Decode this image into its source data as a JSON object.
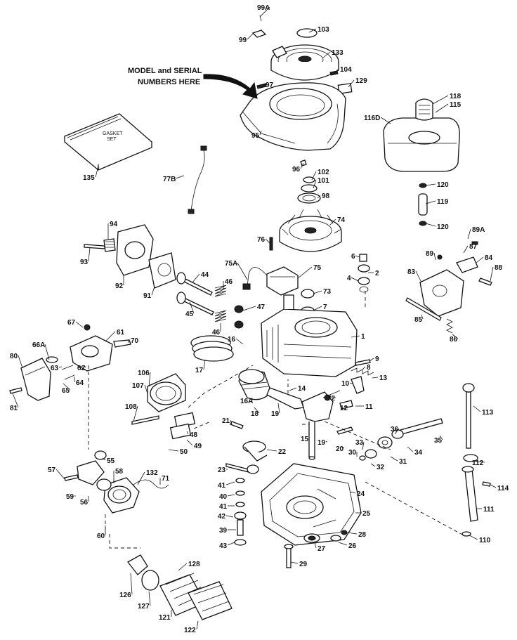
{
  "note": {
    "line1": "MODEL and SERIAL",
    "line2": "NUMBERS HERE"
  },
  "gasket_box": {
    "line1": "GASKET",
    "line2": "SET"
  },
  "parts": [
    {
      "label": "99A"
    },
    {
      "label": "99"
    },
    {
      "label": "103"
    },
    {
      "label": "133"
    },
    {
      "label": "97"
    },
    {
      "label": "104"
    },
    {
      "label": "129"
    },
    {
      "label": "118"
    },
    {
      "label": "115"
    },
    {
      "label": "116D"
    },
    {
      "label": "95"
    },
    {
      "label": "135"
    },
    {
      "label": "96"
    },
    {
      "label": "102"
    },
    {
      "label": "101"
    },
    {
      "label": "98"
    },
    {
      "label": "77B"
    },
    {
      "label": "120"
    },
    {
      "label": "119"
    },
    {
      "label": "120"
    },
    {
      "label": "74"
    },
    {
      "label": "94"
    },
    {
      "label": "76"
    },
    {
      "label": "89A"
    },
    {
      "label": "93"
    },
    {
      "label": "87"
    },
    {
      "label": "89"
    },
    {
      "label": "84"
    },
    {
      "label": "6"
    },
    {
      "label": "2"
    },
    {
      "label": "75A"
    },
    {
      "label": "88"
    },
    {
      "label": "83"
    },
    {
      "label": "4"
    },
    {
      "label": "75"
    },
    {
      "label": "44"
    },
    {
      "label": "92"
    },
    {
      "label": "91"
    },
    {
      "label": "46"
    },
    {
      "label": "73"
    },
    {
      "label": "7"
    },
    {
      "label": "47"
    },
    {
      "label": "45"
    },
    {
      "label": "85"
    },
    {
      "label": "86"
    },
    {
      "label": "67"
    },
    {
      "label": "46"
    },
    {
      "label": "61"
    },
    {
      "label": "16"
    },
    {
      "label": "1"
    },
    {
      "label": "70"
    },
    {
      "label": "66A"
    },
    {
      "label": "63"
    },
    {
      "label": "80"
    },
    {
      "label": "62"
    },
    {
      "label": "9"
    },
    {
      "label": "17"
    },
    {
      "label": "8"
    },
    {
      "label": "64"
    },
    {
      "label": "106"
    },
    {
      "label": "13"
    },
    {
      "label": "65"
    },
    {
      "label": "10"
    },
    {
      "label": "14"
    },
    {
      "label": "107"
    },
    {
      "label": "81"
    },
    {
      "label": "72"
    },
    {
      "label": "16A"
    },
    {
      "label": "12"
    },
    {
      "label": "11"
    },
    {
      "label": "113"
    },
    {
      "label": "108"
    },
    {
      "label": "18"
    },
    {
      "label": "19"
    },
    {
      "label": "21"
    },
    {
      "label": "36"
    },
    {
      "label": "15"
    },
    {
      "label": "35"
    },
    {
      "label": "48"
    },
    {
      "label": "19"
    },
    {
      "label": "34"
    },
    {
      "label": "33"
    },
    {
      "label": "49"
    },
    {
      "label": "20"
    },
    {
      "label": "22"
    },
    {
      "label": "50"
    },
    {
      "label": "55"
    },
    {
      "label": "30"
    },
    {
      "label": "31"
    },
    {
      "label": "32"
    },
    {
      "label": "112"
    },
    {
      "label": "23"
    },
    {
      "label": "57"
    },
    {
      "label": "58"
    },
    {
      "label": "132"
    },
    {
      "label": "71"
    },
    {
      "label": "41"
    },
    {
      "label": "114"
    },
    {
      "label": "59"
    },
    {
      "label": "56"
    },
    {
      "label": "40"
    },
    {
      "label": "24"
    },
    {
      "label": "41"
    },
    {
      "label": "111"
    },
    {
      "label": "42"
    },
    {
      "label": "25"
    },
    {
      "label": "60"
    },
    {
      "label": "39"
    },
    {
      "label": "28"
    },
    {
      "label": "110"
    },
    {
      "label": "43"
    },
    {
      "label": "27"
    },
    {
      "label": "26"
    },
    {
      "label": "128"
    },
    {
      "label": "29"
    },
    {
      "label": "126"
    },
    {
      "label": "127"
    },
    {
      "label": "121"
    },
    {
      "label": "122"
    }
  ]
}
